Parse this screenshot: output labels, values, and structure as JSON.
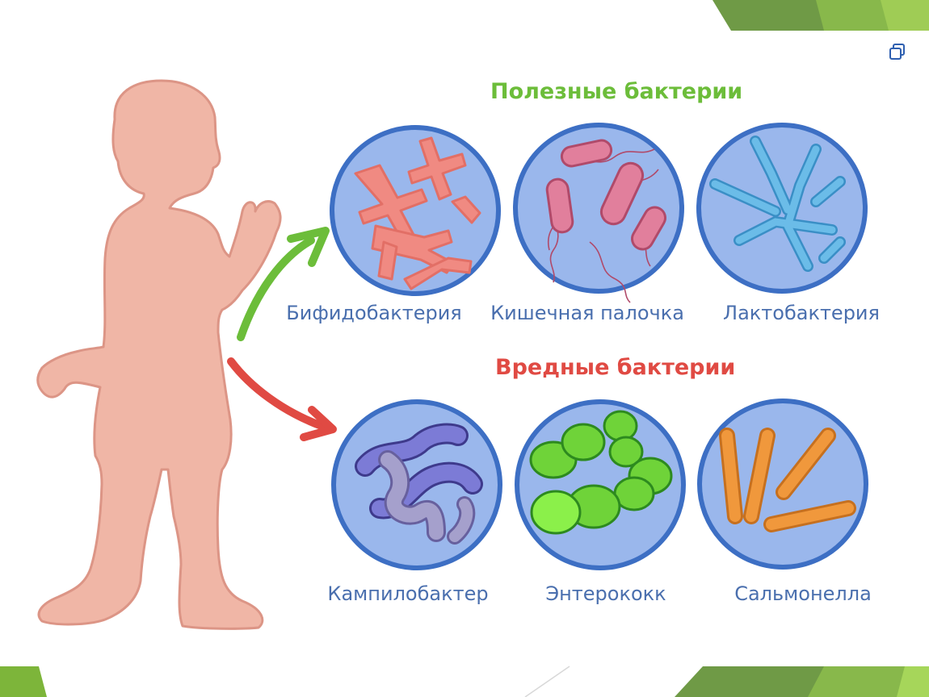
{
  "headings": {
    "good": "Полезные бактерии",
    "bad": "Вредные бактерии"
  },
  "good_bacteria": [
    {
      "name": "Бифидобактерия",
      "color": "#f08a82"
    },
    {
      "name": "Кишечная палочка",
      "color": "#e17f9c"
    },
    {
      "name": "Лактобактерия",
      "color": "#6bbce8"
    }
  ],
  "bad_bacteria": [
    {
      "name": "Кампилобактер",
      "color": "#7c7bd6"
    },
    {
      "name": "Энтерококк",
      "color": "#6fd339"
    },
    {
      "name": "Сальмонелла",
      "color": "#f0983c"
    }
  ],
  "colors": {
    "circle_fill": "#9ab7ec",
    "circle_stroke": "#3d6fc4",
    "good_arrow": "#6cbd3a",
    "bad_arrow": "#e04a43",
    "child": "#f0b6a6",
    "child_outline": "#dc9586",
    "accent_green": "#7db53a"
  },
  "icons": {
    "copy": "copy-icon"
  }
}
